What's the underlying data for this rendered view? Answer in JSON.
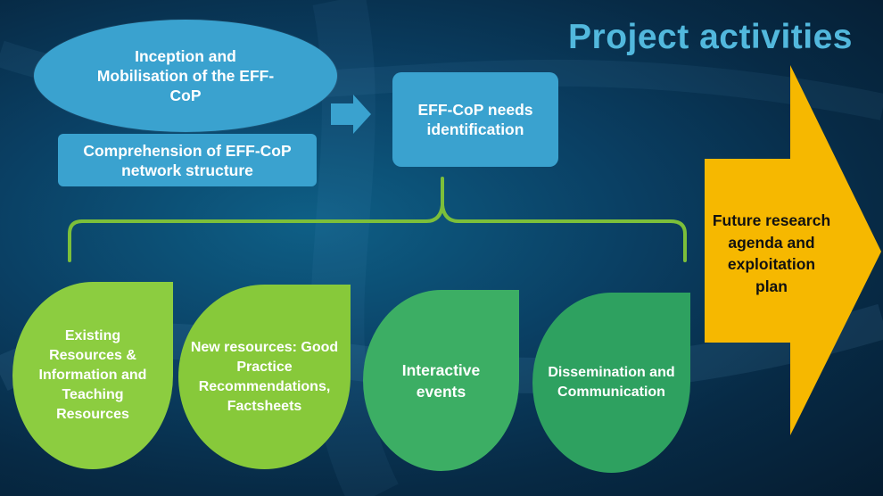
{
  "title": "Project activities",
  "nodes": {
    "inception": "Inception and Mobilisation of the EFF-CoP",
    "comprehension": "Comprehension of EFF-CoP network structure",
    "needs": "EFF-CoP needs identification"
  },
  "activities": [
    {
      "label": "Existing Resources & Information and Teaching Resources"
    },
    {
      "label": "New resources: Good Practice Recommendations, Factsheets"
    },
    {
      "label": "Interactive events"
    },
    {
      "label": "Dissemination and Communication"
    }
  ],
  "future": "Future research agenda and exploitation plan",
  "colors": {
    "blue_box": "#3aa2cf",
    "leaf_light_green": "#8ccd40",
    "leaf_dark_green": "#3cae64",
    "bracket_green": "#7cbf3a",
    "future_arrow": "#f6b800",
    "title": "#52b8dd"
  }
}
